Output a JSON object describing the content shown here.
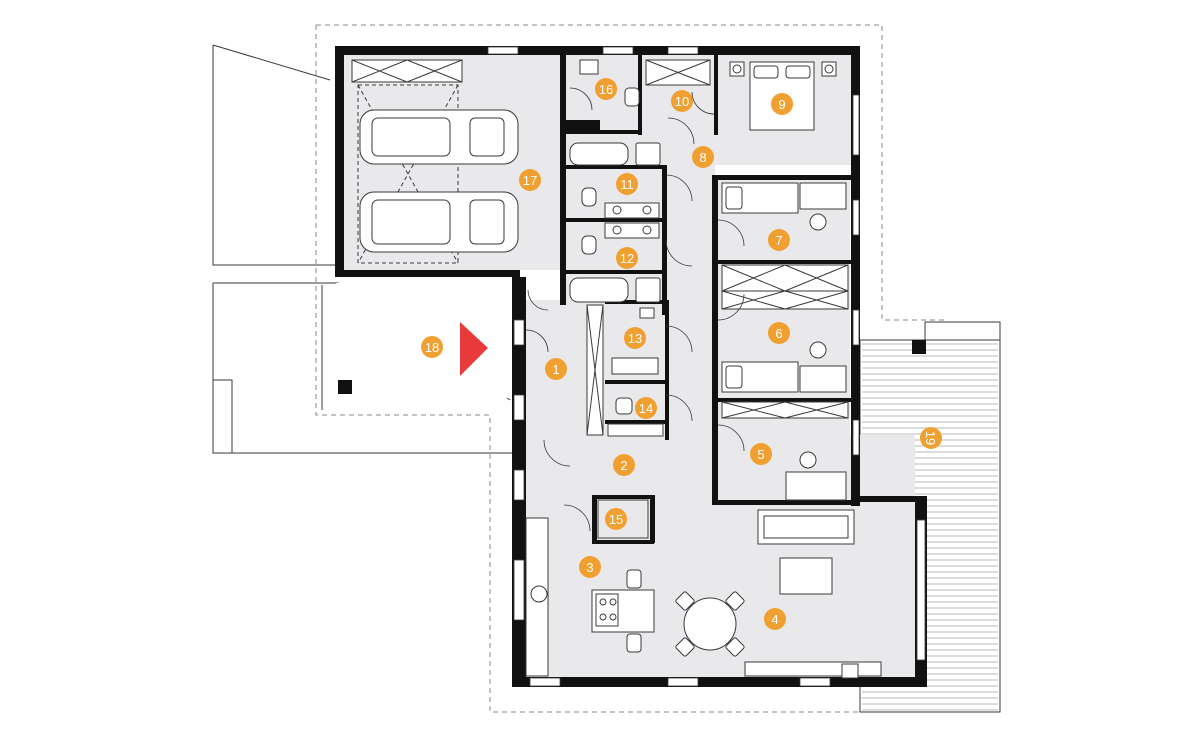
{
  "colors": {
    "wall": "#111111",
    "floor": "#e9e9ec",
    "line": "#3a3a3a",
    "marker": "#f0a030",
    "entry_arrow": "#e8393b",
    "dashed": "#8a8a8a"
  },
  "rooms": [
    {
      "id": "1",
      "label": "1"
    },
    {
      "id": "2",
      "label": "2"
    },
    {
      "id": "3",
      "label": "3"
    },
    {
      "id": "4",
      "label": "4"
    },
    {
      "id": "5",
      "label": "5"
    },
    {
      "id": "6",
      "label": "6"
    },
    {
      "id": "7",
      "label": "7"
    },
    {
      "id": "8",
      "label": "8"
    },
    {
      "id": "9",
      "label": "9"
    },
    {
      "id": "10",
      "label": "10"
    },
    {
      "id": "11",
      "label": "11"
    },
    {
      "id": "12",
      "label": "12"
    },
    {
      "id": "13",
      "label": "13"
    },
    {
      "id": "14",
      "label": "14"
    },
    {
      "id": "15",
      "label": "15"
    },
    {
      "id": "16",
      "label": "16"
    },
    {
      "id": "17",
      "label": "17"
    },
    {
      "id": "18",
      "label": "18"
    },
    {
      "id": "19",
      "label": "19"
    }
  ],
  "entry_icon": "entry-arrow-icon"
}
